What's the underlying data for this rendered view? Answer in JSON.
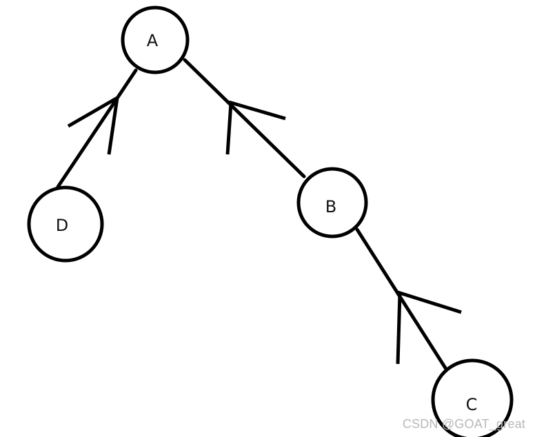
{
  "diagram": {
    "nodes": {
      "a": "A",
      "b": "B",
      "c": "C",
      "d": "D"
    },
    "edges": [
      {
        "from": "D",
        "to": "A"
      },
      {
        "from": "B",
        "to": "A"
      },
      {
        "from": "C",
        "to": "B"
      }
    ],
    "stroke_color": "#000000"
  },
  "watermark": "CSDN @GOAT_great"
}
